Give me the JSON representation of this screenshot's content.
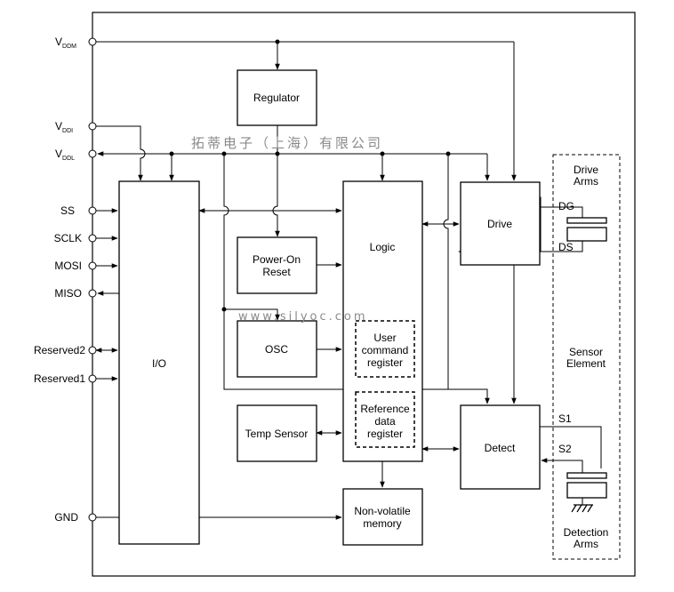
{
  "pins": {
    "vddm": {
      "main": "V",
      "sub": "DDM"
    },
    "vddi": {
      "main": "V",
      "sub": "DDI"
    },
    "vddl": {
      "main": "V",
      "sub": "DDL"
    },
    "ss": "SS",
    "sclk": "SCLK",
    "mosi": "MOSI",
    "miso": "MISO",
    "reserved2": "Reserved2",
    "reserved1": "Reserved1",
    "gnd": "GND"
  },
  "blocks": {
    "regulator": "Regulator",
    "io": "I/O",
    "power_on_reset": [
      "Power-On",
      "Reset"
    ],
    "osc": "OSC",
    "temp_sensor": "Temp Sensor",
    "logic": "Logic",
    "user_command_register": [
      "User",
      "command",
      "register"
    ],
    "reference_data_register": [
      "Reference",
      "data",
      "register"
    ],
    "non_volatile_memory": [
      "Non-volatile",
      "memory"
    ],
    "drive": "Drive",
    "detect": "Detect"
  },
  "sensor": {
    "drive_arms": [
      "Drive",
      "Arms"
    ],
    "sensor_element": [
      "Sensor",
      "Element"
    ],
    "detection_arms": [
      "Detection",
      "Arms"
    ],
    "dg": "DG",
    "ds": "DS",
    "s1": "S1",
    "s2": "S2"
  },
  "watermarks": {
    "company": "拓蒂电子（上海）有限公司",
    "url": "www.silyoc.com"
  }
}
